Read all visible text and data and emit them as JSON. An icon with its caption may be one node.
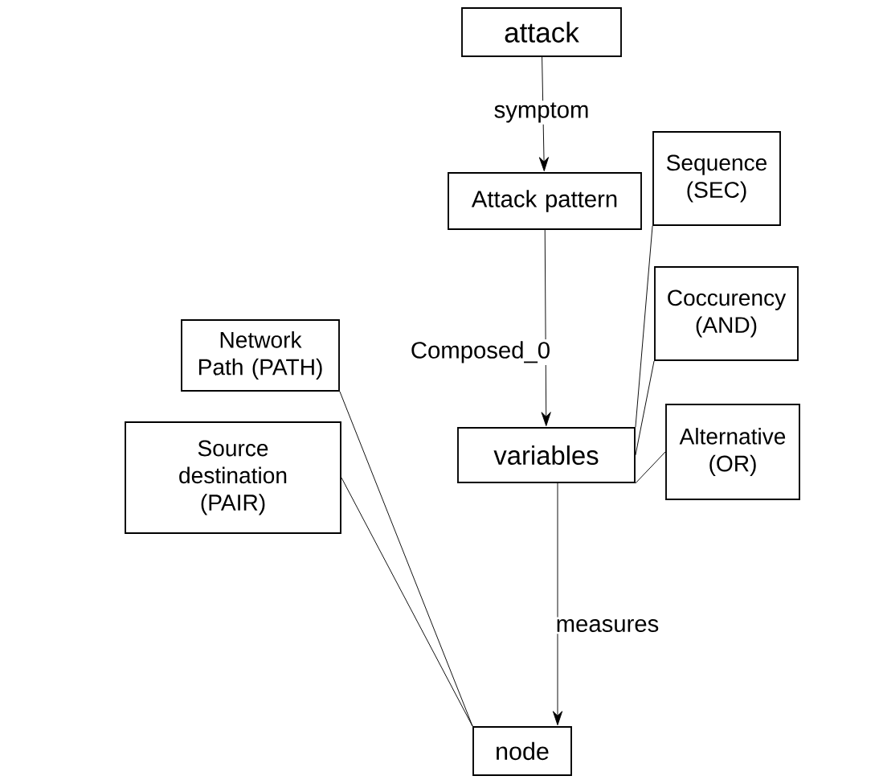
{
  "diagram": {
    "nodes": [
      {
        "text": [
          "attack"
        ]
      },
      {
        "text": [
          "Attack pattern"
        ]
      },
      {
        "text": [
          "variables"
        ]
      },
      {
        "text": [
          "Sequence (SEC)"
        ]
      },
      {
        "text": [
          "Coccurency (AND)"
        ]
      },
      {
        "text": [
          "Alternative (OR)"
        ]
      },
      {
        "text": [
          "Network Path (PATH)"
        ]
      },
      {
        "text": [
          "Source destination (PAIR)"
        ]
      },
      {
        "text": [
          "node"
        ]
      }
    ],
    "edges": [
      {
        "from": 0,
        "to": 1,
        "arrow": "to",
        "label": "symptom"
      },
      {
        "from": 1,
        "to": 2,
        "arrow": "to",
        "label": "Composed_0"
      },
      {
        "from": 2,
        "to": 3,
        "arrow": "none"
      },
      {
        "from": 2,
        "to": 4,
        "arrow": "none"
      },
      {
        "from": 2,
        "to": 5,
        "arrow": "none"
      },
      {
        "from": 2,
        "to": 8,
        "arrow": "to",
        "label": "measures"
      },
      {
        "from": 6,
        "to": 8,
        "arrow": "none"
      },
      {
        "from": 7,
        "to": 8,
        "arrow": "none"
      }
    ]
  }
}
